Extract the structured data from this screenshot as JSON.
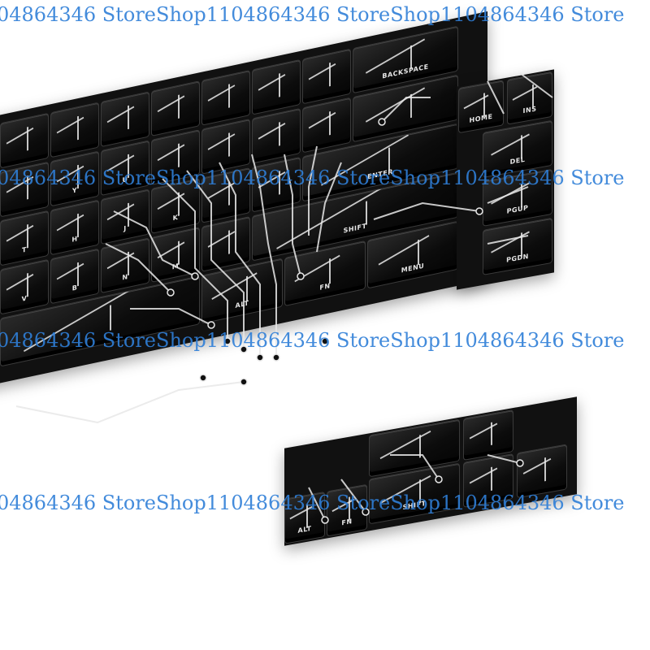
{
  "watermark": {
    "text": "04864346 StoreShop1104864346 StoreShop1104864346 Store"
  },
  "keyboard": {
    "main_keys": [
      "BACKSPACE",
      "ENTER",
      "SHIFT",
      "ALT",
      "FN",
      "MENU"
    ],
    "nav_keys": [
      "HOME",
      "INS",
      "DEL",
      "PGUP",
      "PGDN"
    ],
    "extra_keys": [
      "SHIFT",
      "ALT",
      "FN"
    ],
    "letters": [
      "J",
      "K",
      "H",
      "M",
      "N",
      "B",
      "V",
      "U",
      "Y",
      "T"
    ]
  },
  "colors": {
    "watermark": "#2f7fd8",
    "keycap": "#0c0c0c",
    "circuit": "#e8e8e8",
    "background": "#ffffff"
  }
}
